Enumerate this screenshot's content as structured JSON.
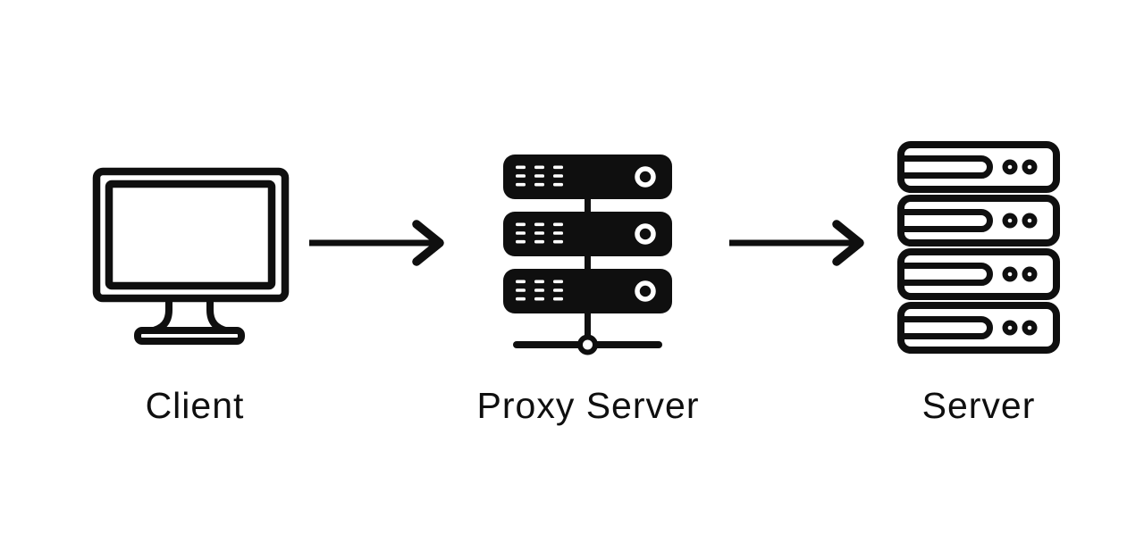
{
  "diagram": {
    "background_color": "#ffffff",
    "ink_color": "#0f0f0f",
    "nodes": [
      {
        "id": "client",
        "label": "Client",
        "icon": "monitor-icon"
      },
      {
        "id": "proxy-server",
        "label": "Proxy Server",
        "icon": "proxy-server-icon"
      },
      {
        "id": "server",
        "label": "Server",
        "icon": "server-rack-icon"
      }
    ],
    "connections": [
      {
        "from": "Client",
        "to": "Proxy Server",
        "style": "right-arrow"
      },
      {
        "from": "Proxy Server",
        "to": "Server",
        "style": "right-arrow"
      }
    ]
  }
}
